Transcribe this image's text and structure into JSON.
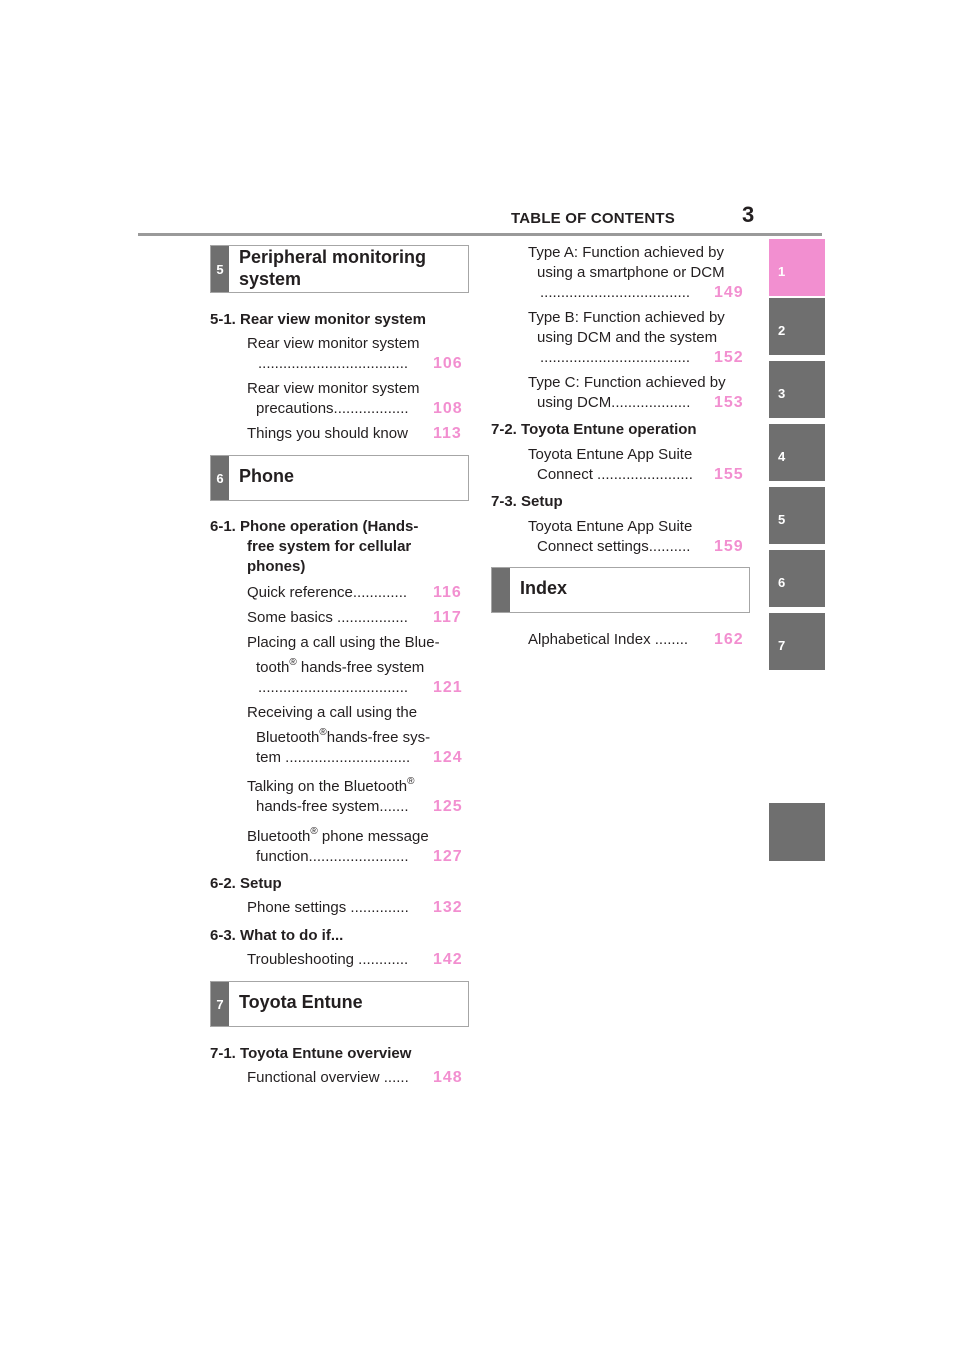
{
  "header": {
    "title": "TABLE OF CONTENTS",
    "page_number": "3"
  },
  "tabs": [
    "1",
    "2",
    "3",
    "4",
    "5",
    "6",
    "7"
  ],
  "sections": {
    "s5": {
      "num": "5",
      "title_line1": "Peripheral monitoring",
      "title_line2": "system"
    },
    "s6": {
      "num": "6",
      "title": "Phone"
    },
    "s7": {
      "num": "7",
      "title": "Toyota Entune"
    },
    "idx": {
      "title": "Index"
    }
  },
  "text": {
    "c51": "5-1.  Rear view monitor system",
    "e1a": "Rear view monitor system",
    "e1b": "....................................",
    "p1": "106",
    "e2a": "Rear view monitor system",
    "e2b": "precautions..................",
    "p2": "108",
    "e3": "Things you should know",
    "p3": "113",
    "c61a": "6-1.  Phone operation (Hands-",
    "c61b": "free system for cellular",
    "c61c": "phones)",
    "e4": "Quick reference.............",
    "p4": "116",
    "e5": "Some basics .................",
    "p5": "117",
    "e6a": "Placing a call using the Blue-",
    "e6b": "tooth",
    "reg": "®",
    "e6c": " hands-free system",
    "e6d": "....................................",
    "p6": "121",
    "e7a": "Receiving a call using the",
    "e7b": "Bluetooth",
    "e7c": "hands-free sys-",
    "e7d": "tem ..............................",
    "p7": "124",
    "e8a": "Talking on the Bluetooth",
    "e8b": "hands-free system.......",
    "p8": "125",
    "e9a": "Bluetooth",
    "e9b": " phone message",
    "e9c": "function........................",
    "p9": "127",
    "c62": "6-2.  Setup",
    "e10": "Phone settings ..............",
    "p10": "132",
    "c63": "6-3.  What to do if...",
    "e11": "Troubleshooting ............",
    "p11": "142",
    "c71": "7-1.  Toyota Entune overview",
    "e12": "Functional overview ......",
    "p12": "148",
    "r1a": "Type A: Function achieved by",
    "r1b": "using a smartphone or DCM",
    "r1c": "....................................",
    "rp1": "149",
    "r2a": "Type B: Function achieved by",
    "r2b": "using DCM and the system",
    "r2c": "....................................",
    "rp2": "152",
    "r3a": "Type C: Function achieved by",
    "r3b": "using DCM...................",
    "rp3": "153",
    "c72": "7-2.  Toyota Entune operation",
    "r4a": "Toyota Entune App Suite",
    "r4b": "Connect .......................",
    "rp4": "155",
    "c73": "7-3.  Setup",
    "r5a": "Toyota Entune App Suite",
    "r5b": "Connect settings..........",
    "rp5": "159",
    "r6": "Alphabetical Index ........",
    "rp6": "162"
  },
  "colors": {
    "accent": "#f28fd0",
    "tab_gray": "#6f6f6f",
    "rule": "#9a9a9a"
  }
}
